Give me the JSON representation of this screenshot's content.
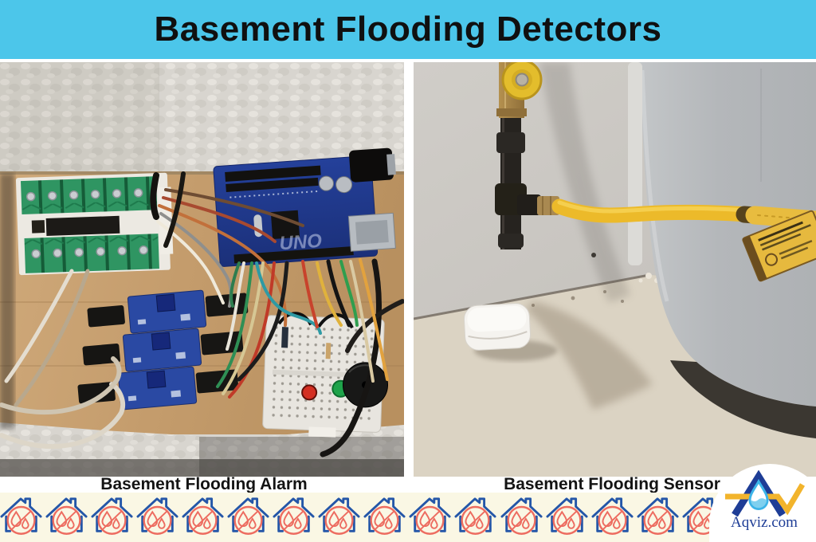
{
  "theme": {
    "banner-bg": "#4cc6ea",
    "banner-text": "#101010",
    "label-band-bg": "#ffffff",
    "label-text": "#141414",
    "footer-bg": "#faf7e4",
    "house-blue": "#2456a8",
    "flood-red": "#ed6c60",
    "logo-navy": "#1e3d96",
    "logo-yellow": "#f2b42c",
    "logo-drop": "#3cb4e8"
  },
  "header": {
    "title": "Basement Flooding Detectors"
  },
  "photos": {
    "left": {
      "caption": "Basement Flooding Alarm",
      "objects": [
        "arduino-uno-board",
        "screw-terminal-blocks",
        "moisture-sensor-modules",
        "mini-breadboard",
        "red-led",
        "green-led",
        "buzzer",
        "jumper-wires",
        "wooden-board"
      ]
    },
    "right": {
      "caption": "Basement Flooding Sensor",
      "objects": [
        "gas-shutoff-valve",
        "black-iron-gas-pipe",
        "yellow-flex-gas-line",
        "water-heater",
        "flood-sensor-device",
        "warning-tag",
        "concrete-floor"
      ]
    }
  },
  "footer": {
    "icon_count": 18,
    "icon_name": "house-flood-icon"
  },
  "logo": {
    "text": "Aqviz.com"
  }
}
